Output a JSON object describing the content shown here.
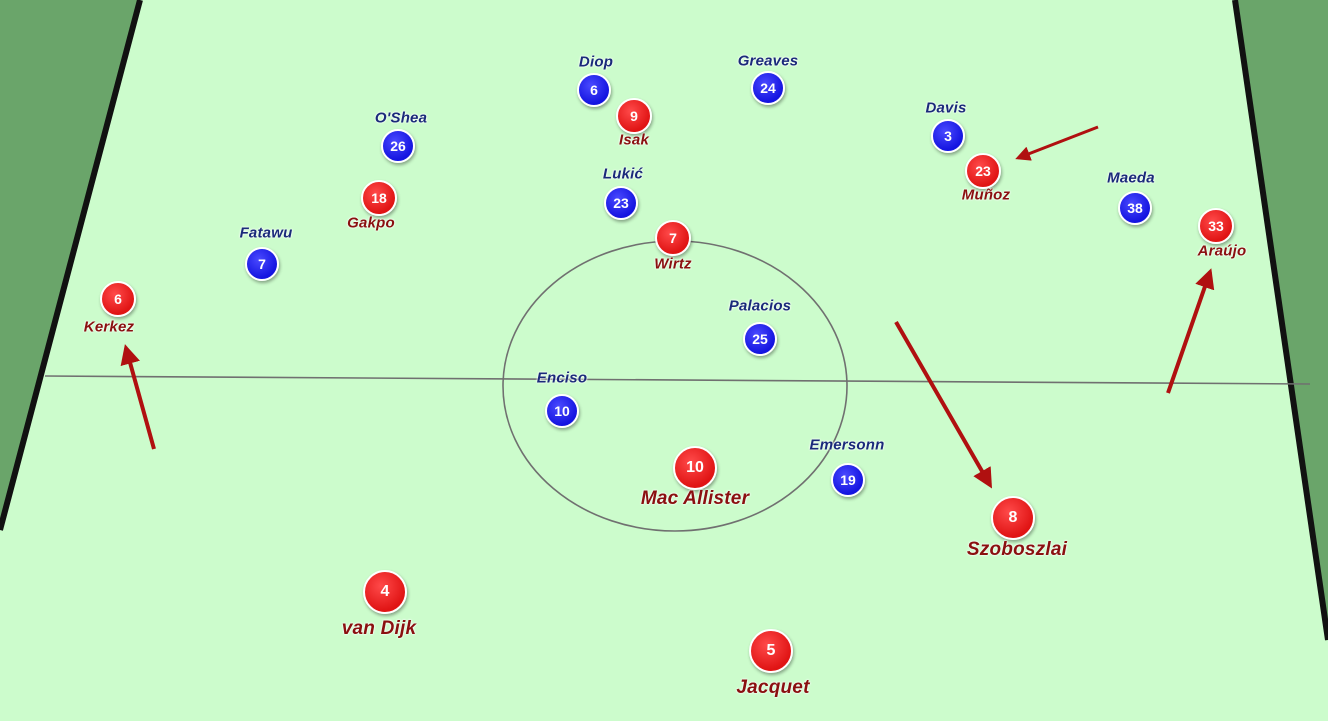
{
  "colors": {
    "pitch": "#ccfccc",
    "outside": "#6aa56a",
    "team_a": "#1414e0",
    "team_b": "#e01414",
    "arrow": "#b01010"
  },
  "players": [
    {
      "id": "diop",
      "team": "blue",
      "number": "6",
      "name": "Diop"
    },
    {
      "id": "greaves",
      "team": "blue",
      "number": "24",
      "name": "Greaves"
    },
    {
      "id": "oshea",
      "team": "blue",
      "number": "26",
      "name": "O'Shea"
    },
    {
      "id": "davis",
      "team": "blue",
      "number": "3",
      "name": "Davis"
    },
    {
      "id": "lukic",
      "team": "blue",
      "number": "23",
      "name": "Lukić"
    },
    {
      "id": "maeda",
      "team": "blue",
      "number": "38",
      "name": "Maeda"
    },
    {
      "id": "fatawu",
      "team": "blue",
      "number": "7",
      "name": "Fatawu"
    },
    {
      "id": "palacios",
      "team": "blue",
      "number": "25",
      "name": "Palacios"
    },
    {
      "id": "enciso",
      "team": "blue",
      "number": "10",
      "name": "Enciso"
    },
    {
      "id": "emersonn",
      "team": "blue",
      "number": "19",
      "name": "Emersonn"
    },
    {
      "id": "isak",
      "team": "red",
      "number": "9",
      "name": "Isak"
    },
    {
      "id": "gakpo",
      "team": "red",
      "number": "18",
      "name": "Gakpo"
    },
    {
      "id": "munoz",
      "team": "red",
      "number": "23",
      "name": "Muñoz"
    },
    {
      "id": "araujo",
      "team": "red",
      "number": "33",
      "name": "Araújo"
    },
    {
      "id": "wirtz",
      "team": "red",
      "number": "7",
      "name": "Wirtz"
    },
    {
      "id": "kerkez",
      "team": "red",
      "number": "6",
      "name": "Kerkez"
    },
    {
      "id": "macallister",
      "team": "red",
      "number": "10",
      "name": "Mac Allister"
    },
    {
      "id": "szoboszlai",
      "team": "red",
      "number": "8",
      "name": "Szoboszlai"
    },
    {
      "id": "vandijk",
      "team": "red",
      "number": "4",
      "name": "van Dijk"
    },
    {
      "id": "jacquet",
      "team": "red",
      "number": "5",
      "name": "Jacquet"
    }
  ]
}
